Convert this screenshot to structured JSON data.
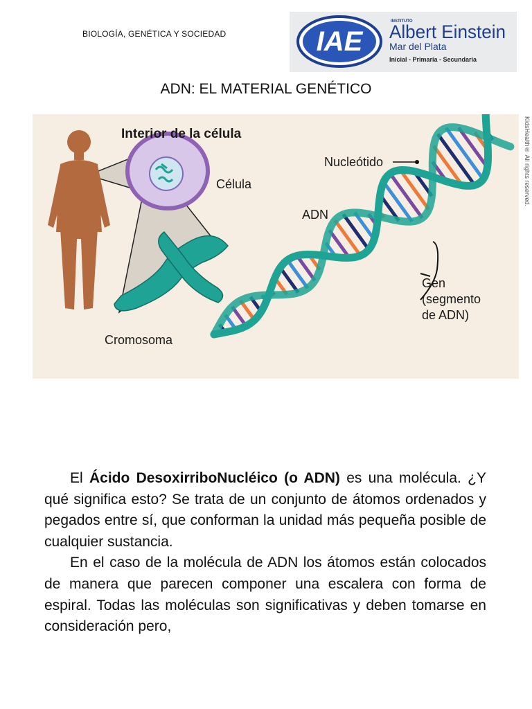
{
  "header": {
    "subject": "BIOLOGÍA, GENÉTICA Y SOCIEDAD",
    "logo": {
      "mark": "IAE",
      "instituto": "INSTITUTO",
      "name": "Albert Einstein",
      "city": "Mar del Plata",
      "levels": "Inicial - Primaria - Secundaria"
    }
  },
  "title": "ADN: EL MATERIAL GENÉTICO",
  "figure": {
    "heading": "Interior de la célula",
    "labels": {
      "cell": "Célula",
      "nucleotide": "Nucleótido",
      "dna": "ADN",
      "gene_1": "Gen",
      "gene_2": "(segmento",
      "gene_3": "de ADN)",
      "chromosome": "Cromosoma"
    },
    "credit": "KidsHealth® All rights reserved.",
    "colors": {
      "body": "#b46a3f",
      "cell_membrane": "#9b6fb8",
      "chromosome": "#1fa394",
      "helix": "#1fa394",
      "base_orange": "#ee7a3a",
      "base_navy": "#1f2e6e",
      "base_blue": "#3c8fd8",
      "base_purple": "#7a4aa0"
    }
  },
  "body": {
    "p1_lead": "El ",
    "p1_bold": "Ácido DesoxirriboNucléico (o ADN)",
    "p1_rest": " es una molécula. ¿Y qué significa esto? Se trata de un conjunto de átomos ordenados y pegados entre sí, que conforman la unidad más pequeña posible de cualquier sustancia.",
    "p2": "En el caso de la molécula de ADN los átomos están colocados de manera que parecen componer una escalera con forma de espiral.  Todas las moléculas son significativas y deben tomarse en consideración pero,"
  }
}
